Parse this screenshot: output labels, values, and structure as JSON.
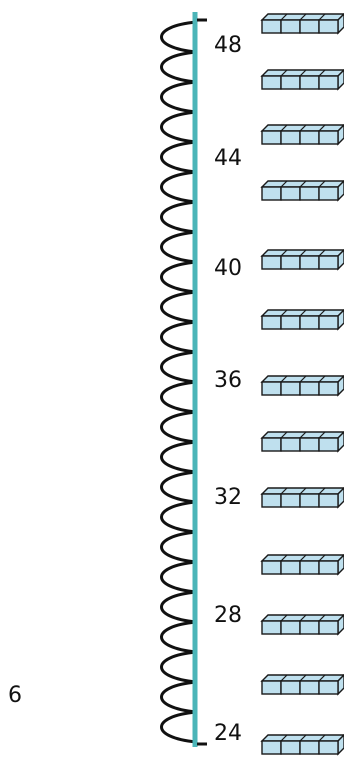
{
  "side_label": "6",
  "number_line": {
    "labels": [
      "48",
      "44",
      "40",
      "36",
      "32",
      "28",
      "24"
    ],
    "line_color": "#4bb5b8",
    "wave_color": "#111111"
  },
  "cube_rows": {
    "count": 13,
    "cubes_per_row": 4,
    "cube_color": "#bfe0ee",
    "stroke_color": "#1a1a1a"
  }
}
